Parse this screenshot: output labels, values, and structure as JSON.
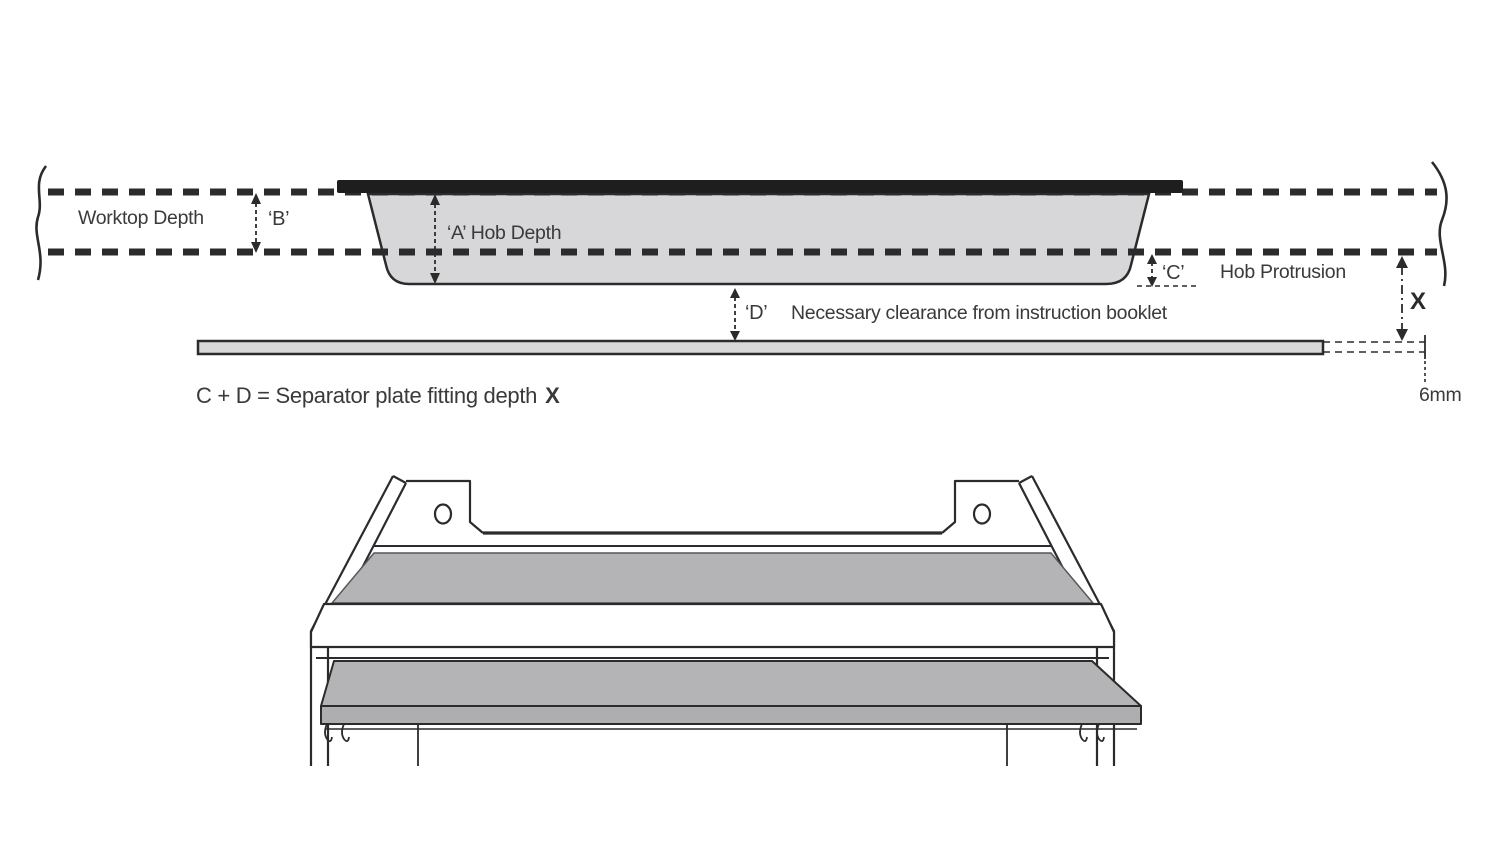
{
  "cross_section": {
    "worktop_depth_label": "Worktop Depth",
    "dim_b_label": "‘B’",
    "dim_a_label": "‘A’ Hob Depth",
    "dim_c_label": "‘C’",
    "hob_protrusion_label": "Hob Protrusion",
    "dim_d_label": "‘D’",
    "clearance_label": "Necessary clearance from instruction booklet",
    "dim_x_label": "X",
    "plate_thickness_label": "6mm",
    "formula_text": "C + D = Separator plate fitting depth",
    "formula_emphasis": "X"
  },
  "colors": {
    "page_bg": "#ffffff",
    "line": "#2b2b2b",
    "dash_line": "#1e1e1e",
    "text": "#3a3a3a",
    "hob_body": "#d7d7d9",
    "hob_top_plate": "#1e1e1e",
    "plate_fill": "#d8d8d8",
    "cabinet_gray": "#b4b4b6",
    "cabinet_gray_dark": "#aeaeb0"
  }
}
